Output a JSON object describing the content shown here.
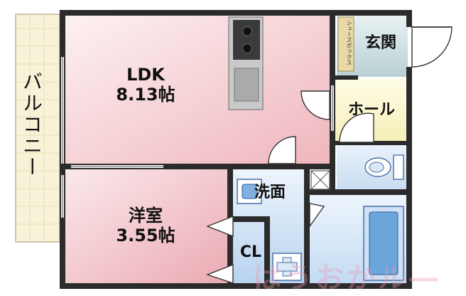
{
  "plan": {
    "ldk": {
      "name": "LDK",
      "area": "8.13帖"
    },
    "western_room": {
      "name": "洋室",
      "area": "3.55帖"
    },
    "closet": "CL",
    "washroom": "洗面",
    "hall": "ホール",
    "entrance": "玄関",
    "shoe_box": "シューズボックス",
    "balcony": "バルコニー",
    "watermark": "はうおかル―"
  },
  "colors": {
    "wall": "#2b2b2b",
    "room_pink": "#f3c9cf",
    "hall_yellow": "#fbf7d2",
    "entrance_blue": "#cfe0e3",
    "wet_blue": "#dbe9f7",
    "balcony_tile": "#f8f3d8",
    "shoe_box": "#e8d9a6"
  }
}
